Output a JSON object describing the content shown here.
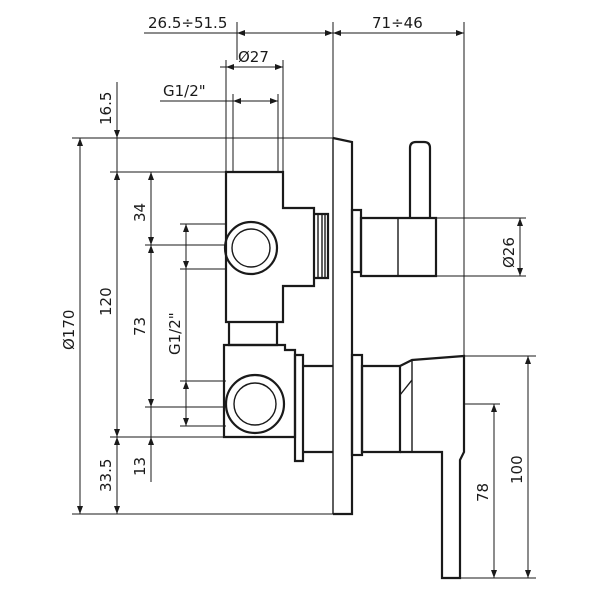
{
  "dimensions": {
    "top_left_range": "26.5÷51.5",
    "top_right_range": "71÷46",
    "inlet_diameter": "Ø27",
    "thread_top": "G1/2\"",
    "plate_offset": "16.5",
    "body_diameter": "Ø170",
    "height_120": "120",
    "spacing_34": "34",
    "spacing_73": "73",
    "thread_side": "G1/2\"",
    "bottom_offset": "33.5",
    "spacing_13": "13",
    "knob_diameter": "Ø26",
    "lever_height": "100",
    "lever_drop": "78"
  },
  "colors": {
    "line": "#1a1a1a",
    "background": "#ffffff"
  }
}
